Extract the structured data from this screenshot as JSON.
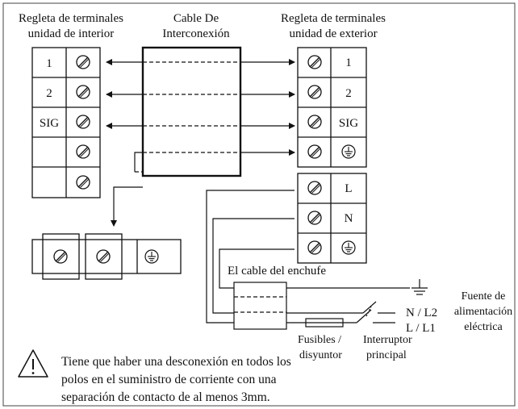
{
  "labels": {
    "indoor_title_1": "Regleta de terminales",
    "indoor_title_2": "unidad de interior",
    "cable_title_1": "Cable De",
    "cable_title_2": "Interconexión",
    "outdoor_title_1": "Regleta de terminales",
    "outdoor_title_2": "unidad de exterior",
    "plug_cable": "El cable del enchufe",
    "source_1": "Fuente de",
    "source_2": "alimentación",
    "source_3": "eléctrica",
    "n_l2": "N / L2",
    "l_l1": "L / L1",
    "fuses_1": "Fusibles /",
    "fuses_2": "disyuntor",
    "switch_1": "Interruptor",
    "switch_2": "principal"
  },
  "indoor_terminals": [
    "1",
    "2",
    "SIG",
    "",
    ""
  ],
  "outdoor_terminals": [
    "1",
    "2",
    "SIG",
    "earth"
  ],
  "power_terminals": [
    "L",
    "N",
    "earth"
  ],
  "warning": [
    "Tiene que haber una desconexión en todos los",
    "polos en el  suministro de corriente  con  una",
    "separación de contacto de al menos 3mm."
  ],
  "icons": {
    "terminal_screw": "screw-icon",
    "earth": "earth-icon",
    "warning": "warning-icon"
  }
}
